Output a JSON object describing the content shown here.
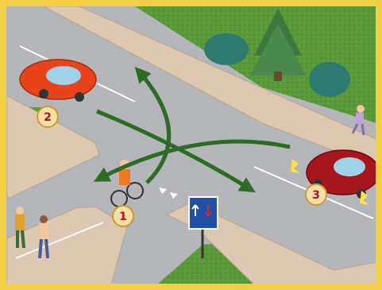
{
  "participants": [
    {
      "number": "1",
      "role": "cyclist",
      "color": "#f0781e"
    },
    {
      "number": "2",
      "role": "car",
      "color": "#e8431b"
    },
    {
      "number": "3",
      "role": "car",
      "color": "#a8161d"
    }
  ],
  "colors": {
    "frame": "#f2cf45",
    "road": "#b4b6b9",
    "sidewalk": "#dcc8b0",
    "grass": "#5a9a3a",
    "arrow": "#2e6b26",
    "badge_fill": "#f6dfa2",
    "badge_text": "#a8161d"
  },
  "sign": {
    "icon": "lane-direction-sign-icon",
    "color": "#1f4fa8"
  }
}
